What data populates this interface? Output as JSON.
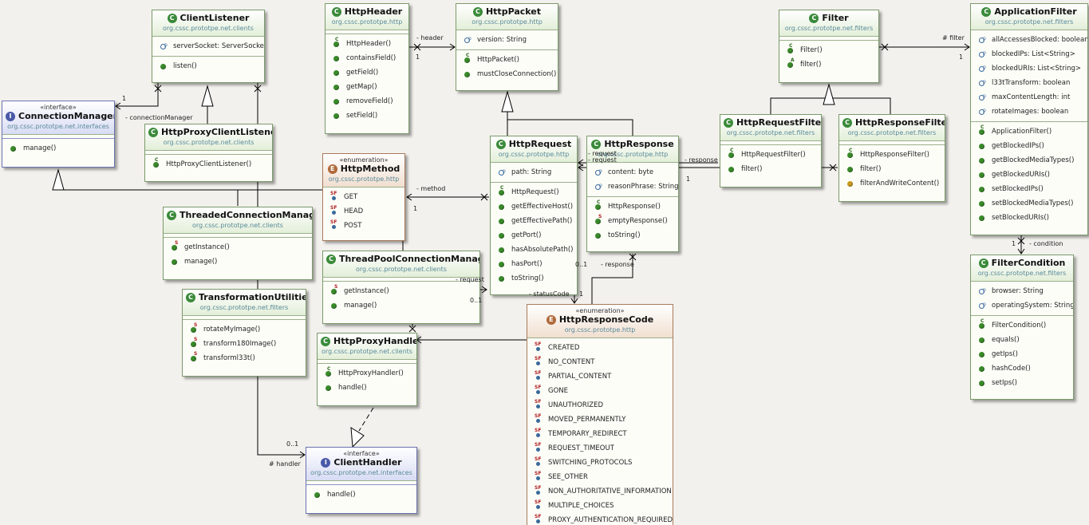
{
  "classes": {
    "client_listener": {
      "kind_icon": "class-abstract-icon",
      "name": "ClientListener",
      "package": "org.cssc.prototpe.net.clients",
      "fields": [
        "serverSocket: ServerSocket"
      ],
      "methods": [
        "listen()"
      ]
    },
    "http_header": {
      "kind_icon": "class-icon",
      "name": "HttpHeader",
      "package": "org.cssc.prototpe.http",
      "methods": [
        "HttpHeader()",
        "containsField()",
        "getField()",
        "getMap()",
        "removeField()",
        "setField()"
      ]
    },
    "http_packet": {
      "kind_icon": "class-abstract-icon",
      "name": "HttpPacket",
      "package": "org.cssc.prototpe.http",
      "fields": [
        "version: String"
      ],
      "methods": [
        "HttpPacket()",
        "mustCloseConnection()"
      ]
    },
    "filter": {
      "kind_icon": "class-abstract-icon",
      "name": "Filter",
      "package": "org.cssc.prototpe.net.filters",
      "methods": [
        "Filter()",
        "filter()"
      ]
    },
    "application_filter": {
      "kind_icon": "class-icon",
      "name": "ApplicationFilter",
      "package": "org.cssc.prototpe.net.filters",
      "fields": [
        "allAccessesBlocked: boolean",
        "blockedIPs: List<String>",
        "blockedURIs: List<String>",
        "l33tTransform: boolean",
        "maxContentLength: int",
        "rotateImages: boolean"
      ],
      "methods": [
        "ApplicationFilter()",
        "getBlockedIPs()",
        "getBlockedMediaTypes()",
        "getBlockedURIs()",
        "setBlockedIPs()",
        "setBlockedMediaTypes()",
        "setBlockedURIs()"
      ]
    },
    "connection_manager": {
      "stereotype": "«interface»",
      "name": "ConnectionManager",
      "package": "org.cssc.prototpe.net.interfaces",
      "methods": [
        "manage()"
      ]
    },
    "http_proxy_client_listener": {
      "name": "HttpProxyClientListener",
      "package": "org.cssc.prototpe.net.clients",
      "methods": [
        "HttpProxyClientListener()"
      ]
    },
    "http_method": {
      "stereotype": "«enumeration»",
      "name": "HttpMethod",
      "package": "org.cssc.prototpe.http",
      "constants": [
        "GET",
        "HEAD",
        "POST"
      ]
    },
    "http_request": {
      "name": "HttpRequest",
      "package": "org.cssc.prototpe.http",
      "fields": [
        "path: String"
      ],
      "methods": [
        "HttpRequest()",
        "getEffectiveHost()",
        "getEffectivePath()",
        "getPort()",
        "hasAbsolutePath()",
        "hasPort()",
        "toString()"
      ]
    },
    "http_response": {
      "name": "HttpResponse",
      "package": "org.cssc.prototpe.http",
      "fields": [
        "content: byte",
        "reasonPhrase: String"
      ],
      "methods": [
        "HttpResponse()",
        "emptyResponse()",
        "toString()"
      ]
    },
    "http_request_filter": {
      "name": "HttpRequestFilter",
      "package": "org.cssc.prototpe.net.filters",
      "methods": [
        "HttpRequestFilter()",
        "filter()"
      ]
    },
    "http_response_filter": {
      "name": "HttpResponseFilter",
      "package": "org.cssc.prototpe.net.filters",
      "methods": [
        "HttpResponseFilter()",
        "filter()",
        "filterAndWriteContent()"
      ]
    },
    "threaded_connection_manager": {
      "name": "ThreadedConnectionManager",
      "package": "org.cssc.prototpe.net.clients",
      "methods": [
        "getInstance()",
        "manage()"
      ]
    },
    "thread_pool_connection_manager": {
      "name": "ThreadPoolConnectionManager",
      "package": "org.cssc.prototpe.net.clients",
      "methods": [
        "getInstance()",
        "manage()"
      ]
    },
    "transformation_utilities": {
      "name": "TransformationUtilities",
      "package": "org.cssc.prototpe.net.filters",
      "methods": [
        "rotateMyImage()",
        "transform180Image()",
        "transforml33t()"
      ]
    },
    "http_proxy_handler": {
      "name": "HttpProxyHandler",
      "package": "org.cssc.prototpe.net.clients",
      "methods": [
        "HttpProxyHandler()",
        "handle()"
      ]
    },
    "client_handler": {
      "stereotype": "«interface»",
      "name": "ClientHandler",
      "package": "org.cssc.prototpe.net.interfaces",
      "methods": [
        "handle()"
      ]
    },
    "http_response_code": {
      "stereotype": "«enumeration»",
      "name": "HttpResponseCode",
      "package": "org.cssc.prototpe.http",
      "constants": [
        "CREATED",
        "NO_CONTENT",
        "PARTIAL_CONTENT",
        "GONE",
        "UNAUTHORIZED",
        "MOVED_PERMANENTLY",
        "TEMPORARY_REDIRECT",
        "REQUEST_TIMEOUT",
        "SWITCHING_PROTOCOLS",
        "SEE_OTHER",
        "NON_AUTHORITATIVE_INFORMATION",
        "MULTIPLE_CHOICES",
        "PROXY_AUTHENTICATION_REQUIRED"
      ]
    },
    "filter_condition": {
      "name": "FilterCondition",
      "package": "org.cssc.prototpe.net.filters",
      "fields": [
        "browser: String",
        "operatingSystem: String"
      ],
      "methods": [
        "FilterCondition()",
        "equals()",
        "getIps()",
        "hashCode()",
        "setIps()"
      ]
    }
  },
  "labels": {
    "header": "- header",
    "header_mult": "1",
    "connection_manager": "- connectionManager",
    "connection_manager_mult": "1",
    "method": "- method",
    "method_mult": "1",
    "request_top": "- request",
    "request_mid": "- request",
    "response_right": "- response",
    "response_right_mult": "1",
    "filter_label": "# filter",
    "filter_mult": "1",
    "condition": "- condition",
    "condition_mult": "1",
    "request_pool": "- request",
    "request_pool_mult": "0..1",
    "response_mid": "- response",
    "response_mid_mult": "0..1",
    "status_code": "- statusCode",
    "status_code_mult": "1",
    "handler": "# handler",
    "handler_mult": "0..1"
  }
}
